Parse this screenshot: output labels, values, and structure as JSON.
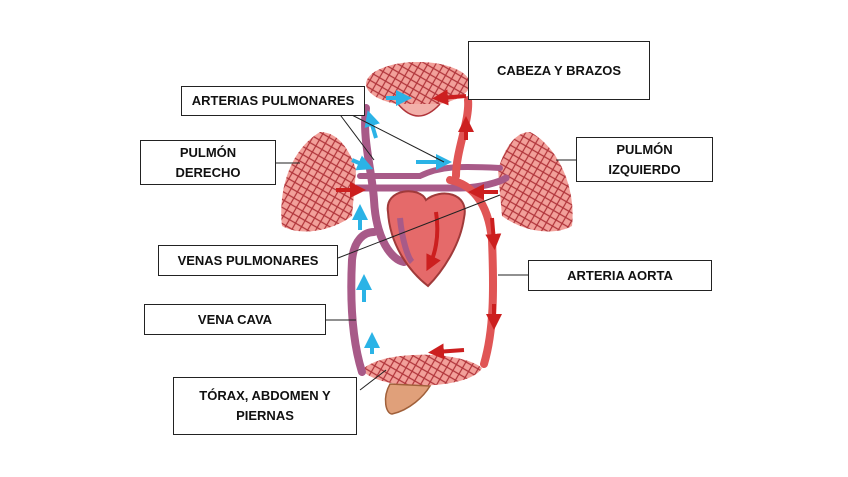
{
  "labels": {
    "cabeza_brazos": "CABEZA Y BRAZOS",
    "arterias_pulmonares": "ARTERIAS PULMONARES",
    "pulmon_derecho": [
      "PULMÓN",
      "DERECHO"
    ],
    "pulmon_izquierdo": [
      "PULMÓN",
      "IZQUIERDO"
    ],
    "venas_pulmonares": "VENAS PULMONARES",
    "arteria_aorta": "ARTERIA AORTA",
    "vena_cava": "VENA CAVA",
    "torax_abdomen_piernas": [
      "TÓRAX, ABDOMEN Y",
      "PIERNAS"
    ]
  },
  "colors": {
    "oxygenated": "#cc1f1f",
    "deoxygenated": "#2bb3e6",
    "vessel_purple": "#a85a88",
    "organ_fill": "#f2a09a",
    "organ_mesh": "#b0343a",
    "heart": "#e56a6a"
  }
}
